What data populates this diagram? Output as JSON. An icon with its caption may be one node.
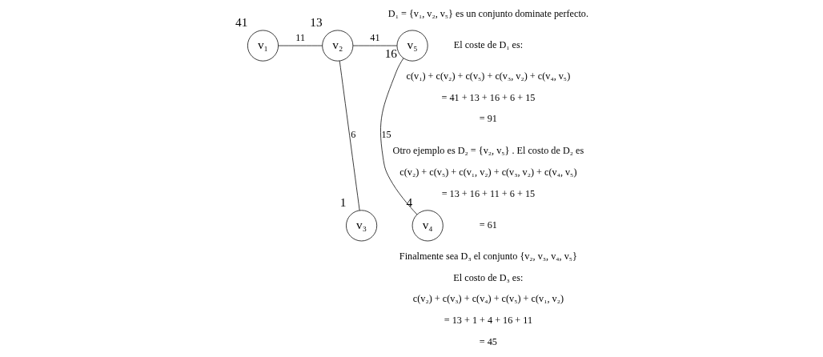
{
  "diagram": {
    "nodes": [
      {
        "text": [
          "v₁"
        ],
        "beside": [
          "41"
        ]
      },
      {
        "text": [
          "v₂"
        ],
        "beside": [
          "13"
        ]
      },
      {
        "text": [
          "v₅"
        ],
        "beside": [
          "16"
        ]
      },
      {
        "text": [
          "v₃"
        ],
        "beside": [
          "1"
        ]
      },
      {
        "text": [
          "v₄"
        ],
        "beside": [
          "4"
        ]
      }
    ],
    "edges": [
      {
        "from": 0,
        "to": 1,
        "arrow": "none",
        "label": "11"
      },
      {
        "from": 1,
        "to": 2,
        "arrow": "none",
        "label": "41"
      },
      {
        "from": 1,
        "to": 3,
        "arrow": "none",
        "label": "6"
      },
      {
        "from": 2,
        "to": 4,
        "arrow": "none",
        "label": "15"
      }
    ],
    "labels": [
      "D₁ = {v₁, v₂, v₅} es un conjunto dominate perfecto.",
      "El coste de D₁ es:",
      "c(v₁) + c(v₂) + c(v₅) + c(v₃, v₂) + c(v₄, v₅)",
      "= 41 + 13 + 16 + 6 + 15",
      "= 91",
      "Otro ejemplo es D₂ = {v₂, v₅} . El costo de D₂ es",
      "c(v₂) + c(v₅) + c(v₁, v₂) + c(v₃, v₂) + c(v₄, v₅)",
      "= 13 + 16 + 11 + 6 + 15",
      "= 61",
      "Finalmente sea D₃ el conjunto {v₂, v₃, v₄, v₅}",
      "El costo de D₃ es:",
      "c(v₂) + c(v₃) + c(v₄) + c(v₅) + c(v₁, v₂)",
      "= 13 + 1 + 4 + 16 + 11",
      "= 45"
    ]
  }
}
